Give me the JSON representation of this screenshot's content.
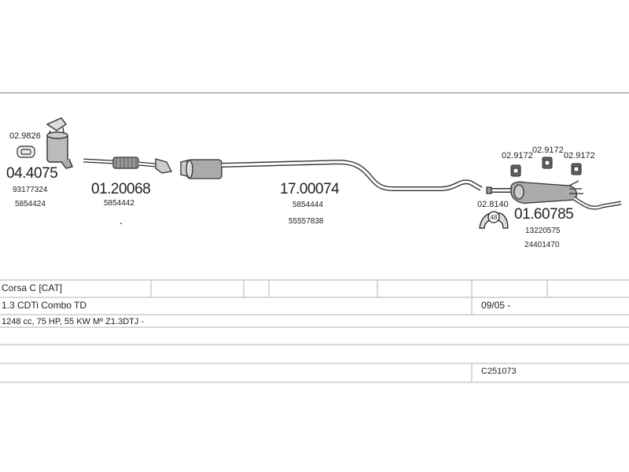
{
  "parts": [
    {
      "number": "04.4075",
      "refs": [
        "93177324",
        "5854424"
      ],
      "accessory": "02.9826"
    },
    {
      "number": "01.20068",
      "refs": [
        "5854442"
      ]
    },
    {
      "number": "17.00074",
      "refs": [
        "5854444",
        "55557838"
      ]
    },
    {
      "number": "01.60785",
      "refs": [
        "13220575",
        "24401470"
      ],
      "accessories": [
        "02.9172",
        "02.9172",
        "02.9172",
        "02.8140"
      ]
    }
  ],
  "clamp_badge": "48",
  "vehicle": {
    "model": "Corsa C  [CAT]",
    "engine": "1.3 CDTi Combo TD",
    "date": "09/05 -",
    "spec": "1248 cc, 75 HP, 55 KW Mº Z1.3DTJ -",
    "code": "C251073"
  }
}
